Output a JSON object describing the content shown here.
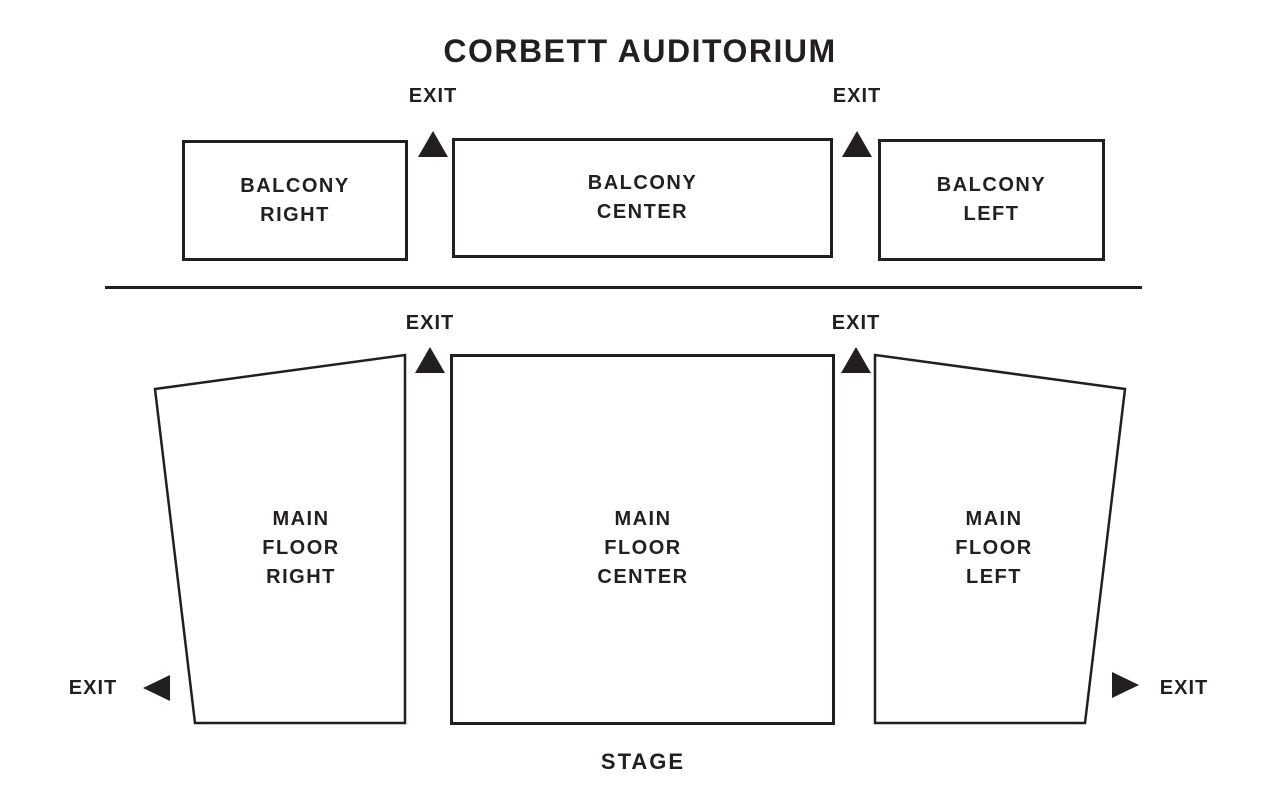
{
  "title": "CORBETT AUDITORIUM",
  "stage_label": "STAGE",
  "colors": {
    "ink": "#231f20",
    "paper": "#ffffff"
  },
  "exits": {
    "balcony_right_top": "EXIT",
    "balcony_left_top": "EXIT",
    "main_floor_right_top": "EXIT",
    "main_floor_left_top": "EXIT",
    "main_floor_right_side": "EXIT",
    "main_floor_left_side": "EXIT"
  },
  "sections": {
    "balcony_right": {
      "lines": [
        "BALCONY",
        "RIGHT"
      ]
    },
    "balcony_center": {
      "lines": [
        "BALCONY",
        "CENTER"
      ]
    },
    "balcony_left": {
      "lines": [
        "BALCONY",
        "LEFT"
      ]
    },
    "main_floor_right": {
      "lines": [
        "MAIN",
        "FLOOR",
        "RIGHT"
      ]
    },
    "main_floor_center": {
      "lines": [
        "MAIN",
        "FLOOR",
        "CENTER"
      ]
    },
    "main_floor_left": {
      "lines": [
        "MAIN",
        "FLOOR",
        "LEFT"
      ]
    }
  }
}
